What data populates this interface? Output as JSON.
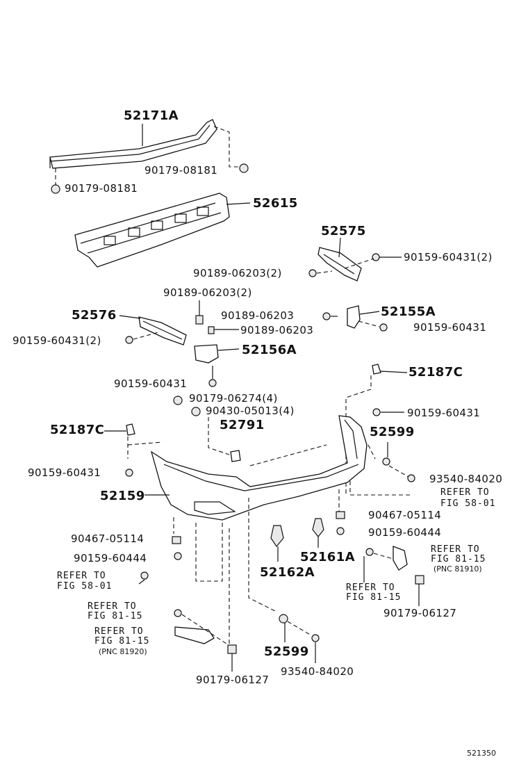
{
  "diagram": {
    "figure_id": "521350",
    "parts": {
      "p52171A": "52171A",
      "p52615": "52615",
      "p52575": "52575",
      "p52576": "52576",
      "p52155A": "52155A",
      "p52156A": "52156A",
      "p52187C_r": "52187C",
      "p52187C_l": "52187C",
      "p52791": "52791",
      "p52599_r": "52599",
      "p52599_b": "52599",
      "p52159": "52159",
      "p52161A": "52161A",
      "p52162A": "52162A"
    },
    "fasteners": {
      "f90179_08181_a": "90179-08181",
      "f90179_08181_b": "90179-08181",
      "f90159_60431_2a": "90159-60431(2)",
      "f90189_06203_2a": "90189-06203(2)",
      "f90189_06203_2b": "90189-06203(2)",
      "f90189_06203_a": "90189-06203",
      "f90189_06203_b": "90189-06203",
      "f90159_60431_a": "90159-60431",
      "f90159_60431_2b": "90159-60431(2)",
      "f90159_60431_b": "90159-60431",
      "f90179_06274": "90179-06274(4)",
      "f90430_05013": "90430-05013(4)",
      "f90159_60431_c": "90159-60431",
      "f90159_60431_d": "90159-60431",
      "f93540_84020_a": "93540-84020",
      "f90467_05114_r": "90467-05114",
      "f90159_60444_r": "90159-60444",
      "f90467_05114_l": "90467-05114",
      "f90159_60444_l": "90159-60444",
      "f90179_06127_r": "90179-06127",
      "f93540_84020_b": "93540-84020",
      "f90179_06127_l": "90179-06127"
    },
    "refs": {
      "r58_right_1": "REFER TO",
      "r58_right_2": "FIG 58-01",
      "r58_left_1": "REFER TO",
      "r58_left_2": "FIG 58-01",
      "r81_a_1": "REFER TO",
      "r81_a_2": "FIG 81-15",
      "r81_a_3": "(PNC 81910)",
      "r81_b_1": "REFER TO",
      "r81_b_2": "FIG 81-15",
      "r81_c_1": "REFER TO",
      "r81_c_2": "FIG 81-15",
      "r81_d_1": "REFER TO",
      "r81_d_2": "FIG 81-15",
      "r81_d_3": "(PNC 81920)"
    }
  }
}
